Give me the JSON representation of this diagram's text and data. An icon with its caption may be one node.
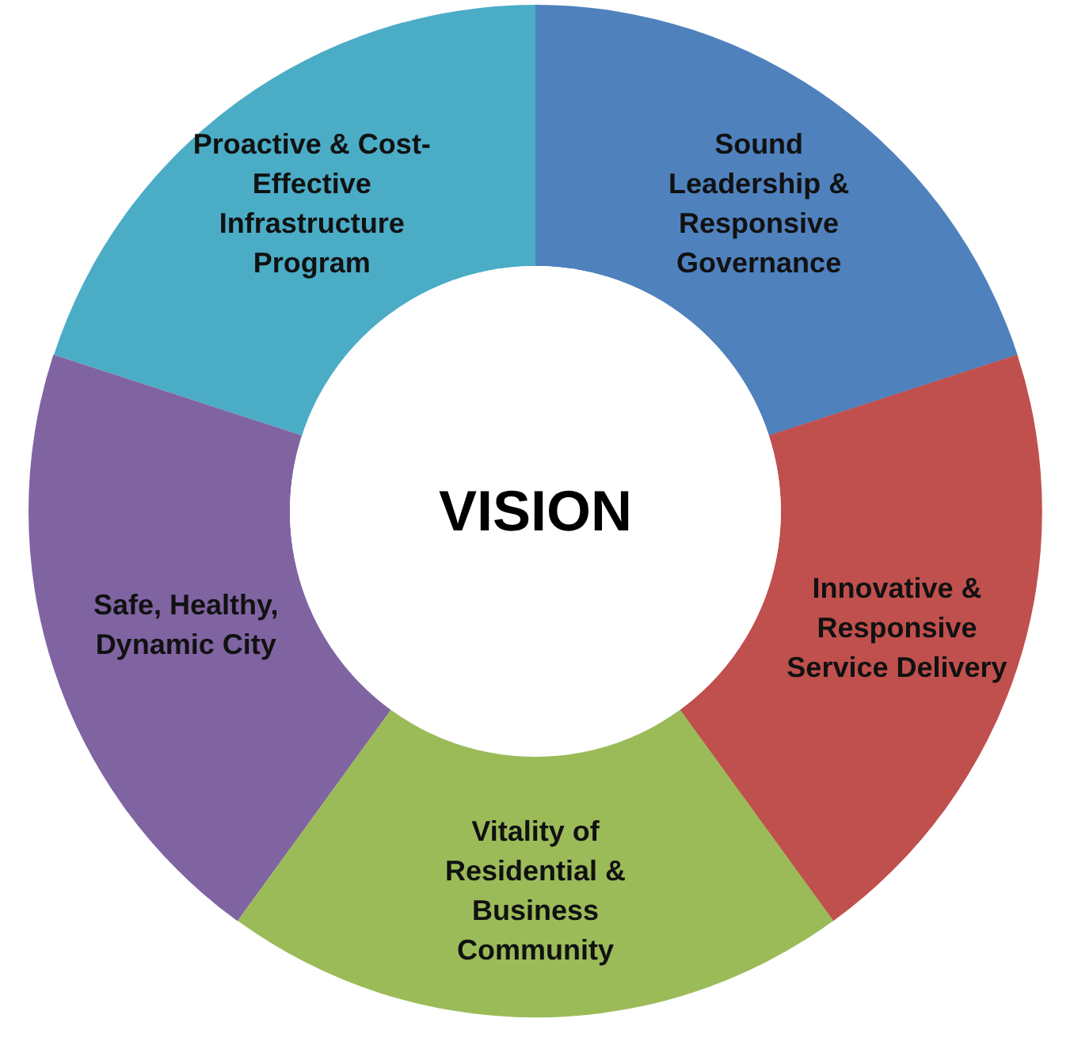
{
  "diagram": {
    "nodes": [
      {
        "text": [
          "Proactive & Cost-Effective Infrastructure Program"
        ]
      },
      {
        "text": [
          "Sound Leadership & Responsive Governance"
        ]
      },
      {
        "text": [
          "VISION"
        ]
      },
      {
        "text": [
          "Safe, Healthy, Dynamic City"
        ]
      },
      {
        "text": [
          "Innovative & Responsive Service Delivery"
        ]
      },
      {
        "text": [
          "Vitality of Residential & Business Community"
        ]
      }
    ]
  }
}
